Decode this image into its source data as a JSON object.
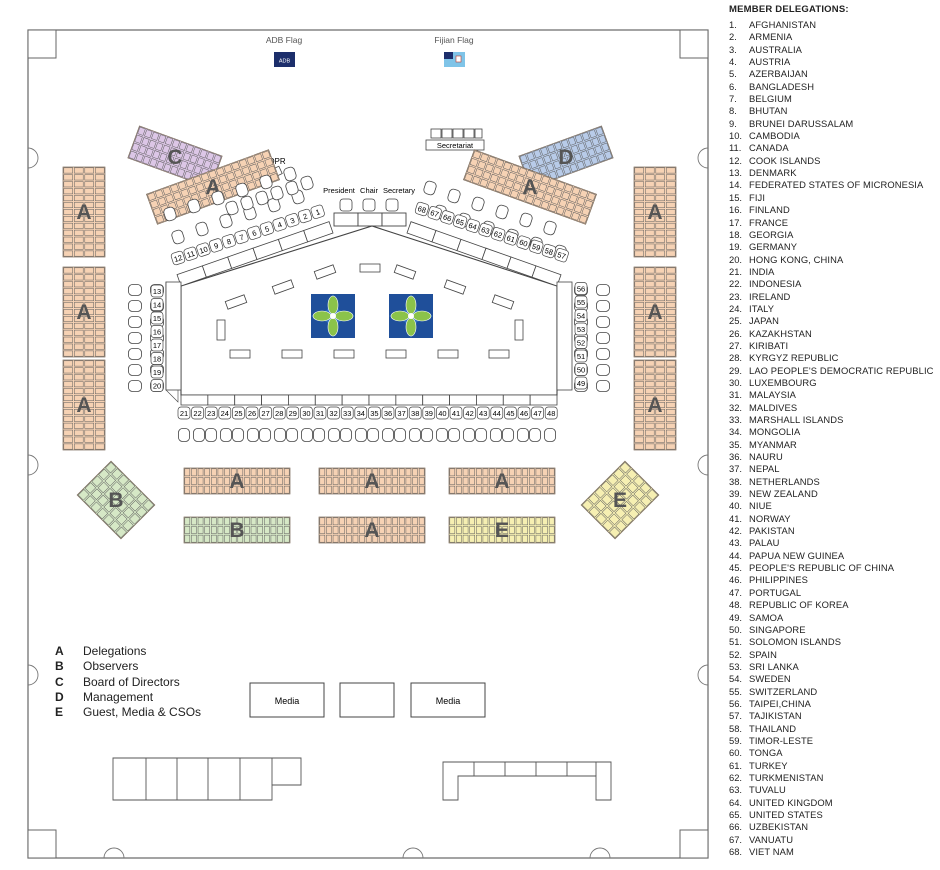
{
  "flags": {
    "adb": "ADB Flag",
    "adb_logo": "ADB",
    "fiji": "Fijian Flag"
  },
  "head_table": {
    "secretariat": "Secretariat",
    "opr": "OPR",
    "president": "President",
    "chair": "Chair",
    "secretary": "Secretary"
  },
  "media": {
    "left": "Media",
    "right": "Media"
  },
  "zone_letters": {
    "a": "A",
    "b": "B",
    "c": "C",
    "d": "D",
    "e": "E"
  },
  "colors": {
    "delegations": "#f6d2b4",
    "observers": "#d6e8c6",
    "board": "#dcc6e6",
    "management": "#b8cbe8",
    "guests": "#f6efb2",
    "seat_stroke": "#444444"
  },
  "legend": [
    {
      "key": "A",
      "label": "Delegations"
    },
    {
      "key": "B",
      "label": "Observers"
    },
    {
      "key": "C",
      "label": "Board of Directors"
    },
    {
      "key": "D",
      "label": "Management"
    },
    {
      "key": "E",
      "label": "Guest, Media & CSOs"
    }
  ],
  "member_delegations": {
    "title": "MEMBER DELEGATIONS:",
    "items": [
      {
        "num": "1.",
        "name": "AFGHANISTAN"
      },
      {
        "num": "2.",
        "name": "ARMENIA"
      },
      {
        "num": "3.",
        "name": "AUSTRALIA"
      },
      {
        "num": "4.",
        "name": "AUSTRIA"
      },
      {
        "num": "5.",
        "name": "AZERBAIJAN"
      },
      {
        "num": "6.",
        "name": "BANGLADESH"
      },
      {
        "num": "7.",
        "name": "BELGIUM"
      },
      {
        "num": "8.",
        "name": "BHUTAN"
      },
      {
        "num": "9.",
        "name": "BRUNEI DARUSSALAM"
      },
      {
        "num": "10.",
        "name": "CAMBODIA"
      },
      {
        "num": "11.",
        "name": "CANADA"
      },
      {
        "num": "12.",
        "name": "COOK ISLANDS"
      },
      {
        "num": "13.",
        "name": "DENMARK"
      },
      {
        "num": "14.",
        "name": "FEDERATED STATES OF MICRONESIA"
      },
      {
        "num": "15.",
        "name": "FIJI"
      },
      {
        "num": "16.",
        "name": "FINLAND"
      },
      {
        "num": "17.",
        "name": "FRANCE"
      },
      {
        "num": "18.",
        "name": "GEORGIA"
      },
      {
        "num": "19.",
        "name": "GERMANY"
      },
      {
        "num": "20.",
        "name": "HONG KONG, CHINA"
      },
      {
        "num": "21.",
        "name": "INDIA"
      },
      {
        "num": "22.",
        "name": "INDONESIA"
      },
      {
        "num": "23.",
        "name": "IRELAND"
      },
      {
        "num": "24.",
        "name": "ITALY"
      },
      {
        "num": "25.",
        "name": "JAPAN"
      },
      {
        "num": "26.",
        "name": "KAZAKHSTAN"
      },
      {
        "num": "27.",
        "name": "KIRIBATI"
      },
      {
        "num": "28.",
        "name": "KYRGYZ REPUBLIC"
      },
      {
        "num": "29.",
        "name": "LAO PEOPLE'S DEMOCRATIC REPUBLIC"
      },
      {
        "num": "30.",
        "name": "LUXEMBOURG"
      },
      {
        "num": "31.",
        "name": "MALAYSIA"
      },
      {
        "num": "32.",
        "name": "MALDIVES"
      },
      {
        "num": "33.",
        "name": "MARSHALL ISLANDS"
      },
      {
        "num": "34.",
        "name": "MONGOLIA"
      },
      {
        "num": "35.",
        "name": "MYANMAR"
      },
      {
        "num": "36.",
        "name": "NAURU"
      },
      {
        "num": "37.",
        "name": "NEPAL"
      },
      {
        "num": "38.",
        "name": "NETHERLANDS"
      },
      {
        "num": "39.",
        "name": "NEW ZEALAND"
      },
      {
        "num": "40.",
        "name": "NIUE"
      },
      {
        "num": "41.",
        "name": "NORWAY"
      },
      {
        "num": "42.",
        "name": "PAKISTAN"
      },
      {
        "num": "43.",
        "name": "PALAU"
      },
      {
        "num": "44.",
        "name": "PAPUA NEW GUINEA"
      },
      {
        "num": "45.",
        "name": "PEOPLE'S REPUBLIC OF CHINA"
      },
      {
        "num": "46.",
        "name": "PHILIPPINES"
      },
      {
        "num": "47.",
        "name": "PORTUGAL"
      },
      {
        "num": "48.",
        "name": "REPUBLIC OF KOREA"
      },
      {
        "num": "49.",
        "name": "SAMOA"
      },
      {
        "num": "50.",
        "name": "SINGAPORE"
      },
      {
        "num": "51.",
        "name": "SOLOMON ISLANDS"
      },
      {
        "num": "52.",
        "name": "SPAIN"
      },
      {
        "num": "53.",
        "name": "SRI LANKA"
      },
      {
        "num": "54.",
        "name": "SWEDEN"
      },
      {
        "num": "55.",
        "name": "SWITZERLAND"
      },
      {
        "num": "56.",
        "name": "TAIPEI,CHINA"
      },
      {
        "num": "57.",
        "name": "TAJIKISTAN"
      },
      {
        "num": "58.",
        "name": "THAILAND"
      },
      {
        "num": "59.",
        "name": "TIMOR-LESTE"
      },
      {
        "num": "60.",
        "name": "TONGA"
      },
      {
        "num": "61.",
        "name": "TURKEY"
      },
      {
        "num": "62.",
        "name": "TURKMENISTAN"
      },
      {
        "num": "63.",
        "name": "TUVALU"
      },
      {
        "num": "64.",
        "name": "UNITED KINGDOM"
      },
      {
        "num": "65.",
        "name": "UNITED STATES"
      },
      {
        "num": "66.",
        "name": "UZBEKISTAN"
      },
      {
        "num": "67.",
        "name": "VANUATU"
      },
      {
        "num": "68.",
        "name": "VIET NAM"
      }
    ]
  }
}
